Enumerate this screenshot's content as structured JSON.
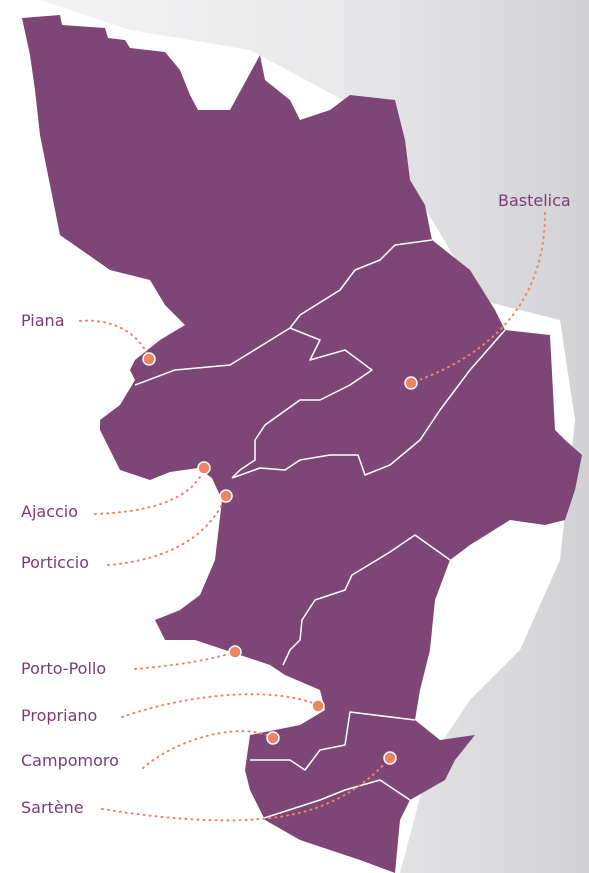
{
  "map": {
    "places": [
      {
        "id": "piana",
        "label": "Piana"
      },
      {
        "id": "bastelica",
        "label": "Bastelica"
      },
      {
        "id": "ajaccio",
        "label": "Ajaccio"
      },
      {
        "id": "porticcio",
        "label": "Porticcio"
      },
      {
        "id": "porto-pollo",
        "label": "Porto-Pollo"
      },
      {
        "id": "propriano",
        "label": "Propriano"
      },
      {
        "id": "campomoro",
        "label": "Campomoro"
      },
      {
        "id": "sartene",
        "label": "Sartène"
      }
    ],
    "colors": {
      "region_fill": "#7e4577",
      "border_line": "#ffffff",
      "marker": "#ee8466",
      "label_text": "#7b3c74",
      "sea_background": "#e4e4e6"
    }
  }
}
